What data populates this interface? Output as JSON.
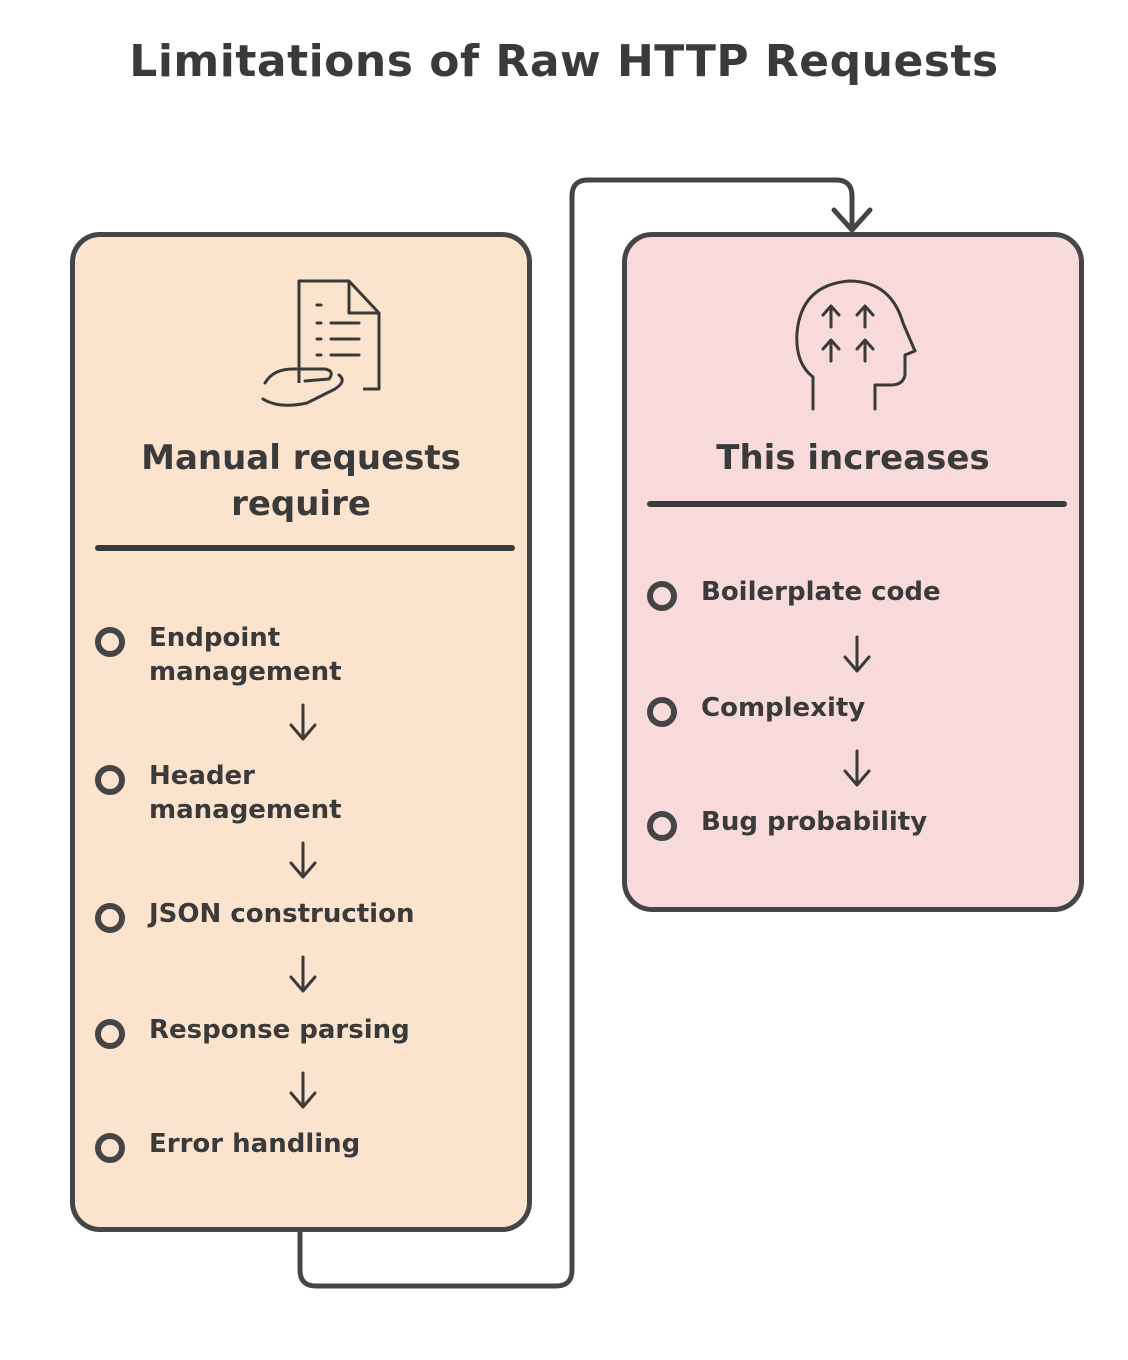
{
  "title": "Limitations of Raw HTTP Requests",
  "colors": {
    "left_fill": "#fbe3ce",
    "right_fill": "#f8dada",
    "stroke": "#454545",
    "text": "#3a3a3a"
  },
  "left_panel": {
    "icon": "document-hand-icon",
    "heading_line1": "Manual requests",
    "heading_line2": "require",
    "items": [
      {
        "line1": "Endpoint",
        "line2": "management"
      },
      {
        "line1": "Header",
        "line2": "management"
      },
      {
        "line1": "JSON construction"
      },
      {
        "line1": "Response parsing"
      },
      {
        "line1": "Error handling"
      }
    ]
  },
  "right_panel": {
    "icon": "head-arrows-icon",
    "heading": "This increases",
    "items": [
      {
        "line1": "Boilerplate code"
      },
      {
        "line1": "Complexity"
      },
      {
        "line1": "Bug probability"
      }
    ]
  }
}
